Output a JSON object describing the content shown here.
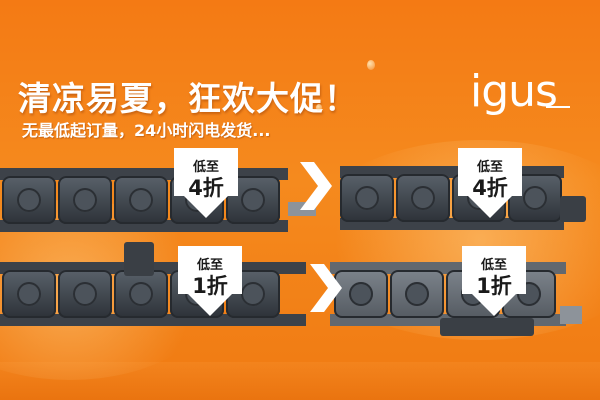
{
  "headline": "清凉易夏，狂欢大促！",
  "subline": "无最低起订量，24小时闪电发货...",
  "logo": "igus",
  "badges": [
    {
      "line1": "低至",
      "line2": "4折"
    },
    {
      "line1": "低至",
      "line2": "4折"
    },
    {
      "line1": "低至",
      "line2": "1折"
    },
    {
      "line1": "低至",
      "line2": "1折"
    }
  ],
  "icons": [
    "igus-logo",
    "chevron-right-icon",
    "down-arrow-badge",
    "energy-chain"
  ],
  "colors": {
    "background": "#f58a1e",
    "text": "#ffffff",
    "chain": "#3d4249",
    "badge": "#ffffff"
  }
}
